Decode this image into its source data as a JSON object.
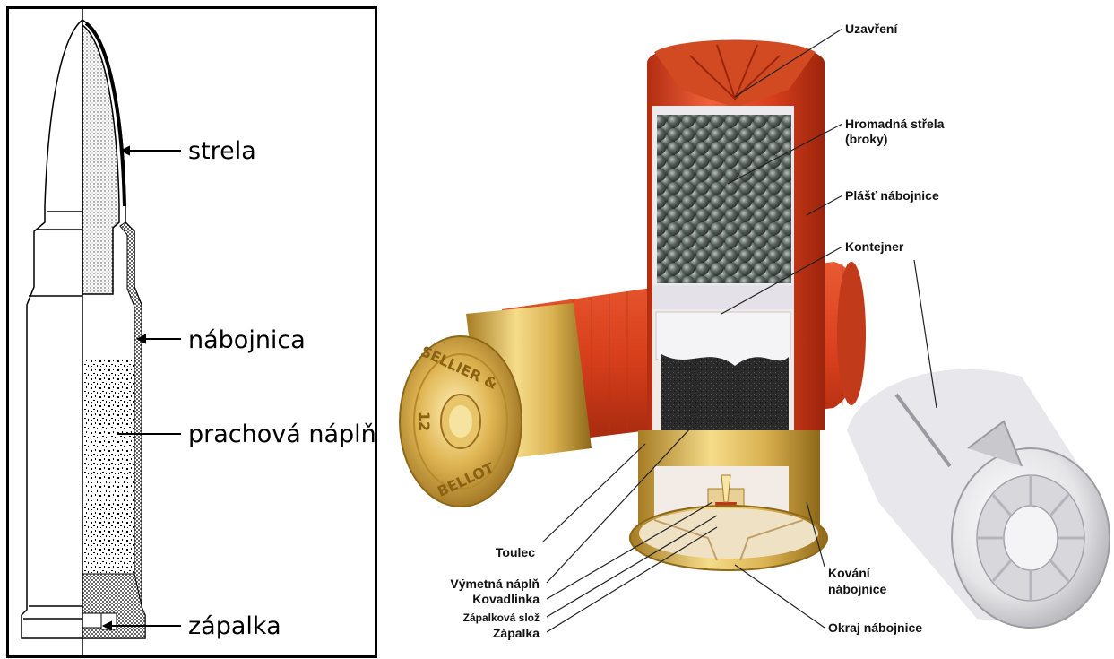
{
  "left_diagram": {
    "labels": {
      "bullet": "strela",
      "case": "nábojnica",
      "powder": "prachová náplň",
      "primer": "zápalka"
    }
  },
  "right_diagram": {
    "headstamp": {
      "top": "SELLIER &",
      "bottom": "BELLOT",
      "gauge": "12"
    },
    "labels": {
      "closure": "Uzavření",
      "shot_line1": "Hromadná střela",
      "shot_line2": "(broky)",
      "hull": "Plášť nábojnice",
      "wad": "Kontejner",
      "toulec": "Toulec",
      "propellant": "Výmetná náplň",
      "anvil": "Kovadlinka",
      "primer_compound": "Zápalková slož",
      "primer": "Zápalka",
      "head_line1": "Kování",
      "head_line2": "nábojnice",
      "rim": "Okraj nábojnice"
    }
  },
  "colors": {
    "hull_red": "#d8401c",
    "hull_dark": "#a92a10",
    "brass": "#d9b04f",
    "brass_dark": "#a67c24",
    "shot": "#555c58",
    "powder": "#2a2a2a",
    "wad": "#e8e8ea"
  }
}
